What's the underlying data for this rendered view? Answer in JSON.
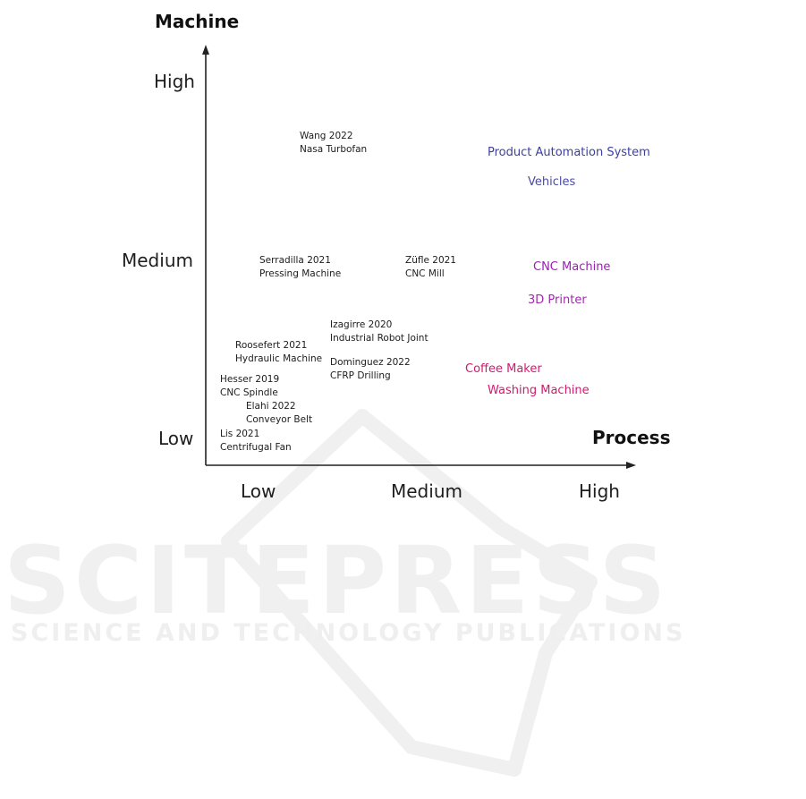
{
  "y_axis": {
    "title": "Machine",
    "levels": [
      "Low",
      "Medium",
      "High"
    ]
  },
  "x_axis": {
    "title": "Process",
    "levels": [
      "Low",
      "Medium",
      "High"
    ]
  },
  "studies": [
    {
      "author": "Wang 2022",
      "application": "Nasa Turbofan"
    },
    {
      "author": "Serradilla 2021",
      "application": "Pressing Machine"
    },
    {
      "author": "Züfle 2021",
      "application": "CNC Mill"
    },
    {
      "author": "Izagirre 2020",
      "application": "Industrial Robot Joint"
    },
    {
      "author": "Roosefert 2021",
      "application": "Hydraulic Machine"
    },
    {
      "author": "Dominguez 2022",
      "application": "CFRP Drilling"
    },
    {
      "author": "Hesser 2019",
      "application": "CNC Spindle"
    },
    {
      "author": "Elahi 2022",
      "application": "Conveyor Belt"
    },
    {
      "author": "Lis 2021",
      "application": "Centrifugal Fan"
    }
  ],
  "categories": [
    {
      "label": "Product Automation System",
      "color": "#3b3fa0"
    },
    {
      "label": "Vehicles",
      "color": "#4a4aa8"
    },
    {
      "label": "CNC Machine",
      "color": "#9a1fb0"
    },
    {
      "label": "3D Printer",
      "color": "#a02aae"
    },
    {
      "label": "Coffee Maker",
      "color": "#d41870"
    },
    {
      "label": "Washing Machine",
      "color": "#d41870"
    }
  ],
  "watermark": {
    "main": "SCITEPRESS",
    "sub": "SCIENCE AND TECHNOLOGY PUBLICATIONS"
  },
  "colors": {
    "axis": "#222222",
    "text": "#1c1c1c"
  }
}
